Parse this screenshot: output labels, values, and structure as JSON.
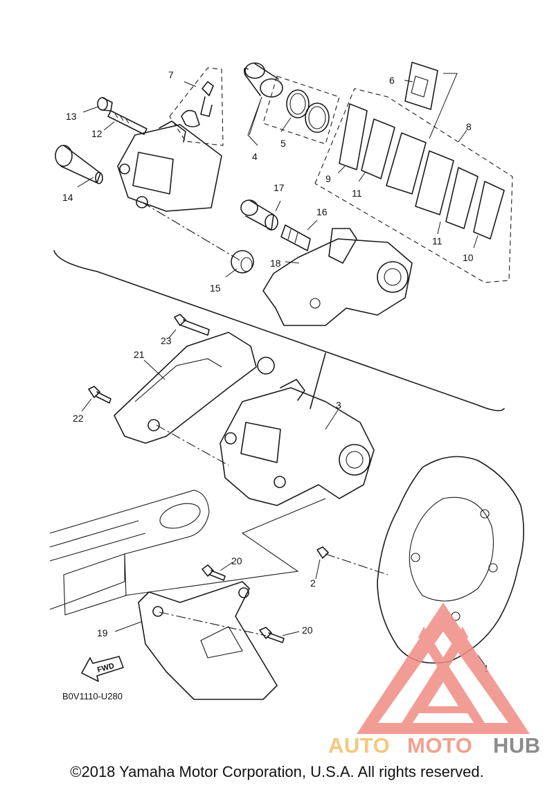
{
  "diagram": {
    "callouts": {
      "c1": "1",
      "c2": "2",
      "c3": "3",
      "c4": "4",
      "c5": "5",
      "c6": "6",
      "c7": "7",
      "c8": "8",
      "c9": "9",
      "c10": "10",
      "c11a": "11",
      "c11b": "11",
      "c12": "12",
      "c13": "13",
      "c14": "14",
      "c15": "15",
      "c16": "16",
      "c17": "17",
      "c18": "18",
      "c19": "19",
      "c20a": "20",
      "c20b": "20",
      "c21": "21",
      "c22": "22",
      "c23": "23"
    },
    "fwd_label": "FWD",
    "diagram_code": "B0V1110-U280"
  },
  "watermark": {
    "text_auto": "AUTO",
    "text_moto": "MOTO",
    "text_hub": "HUB",
    "colors": {
      "auto": "#f5c77e",
      "moto": "#f2a08f",
      "hub": "#8c8c8c",
      "logo": "#ef8d84"
    }
  },
  "footer": {
    "copyright": "©2018 Yamaha Motor Corporation, U.S.A. All rights reserved."
  }
}
